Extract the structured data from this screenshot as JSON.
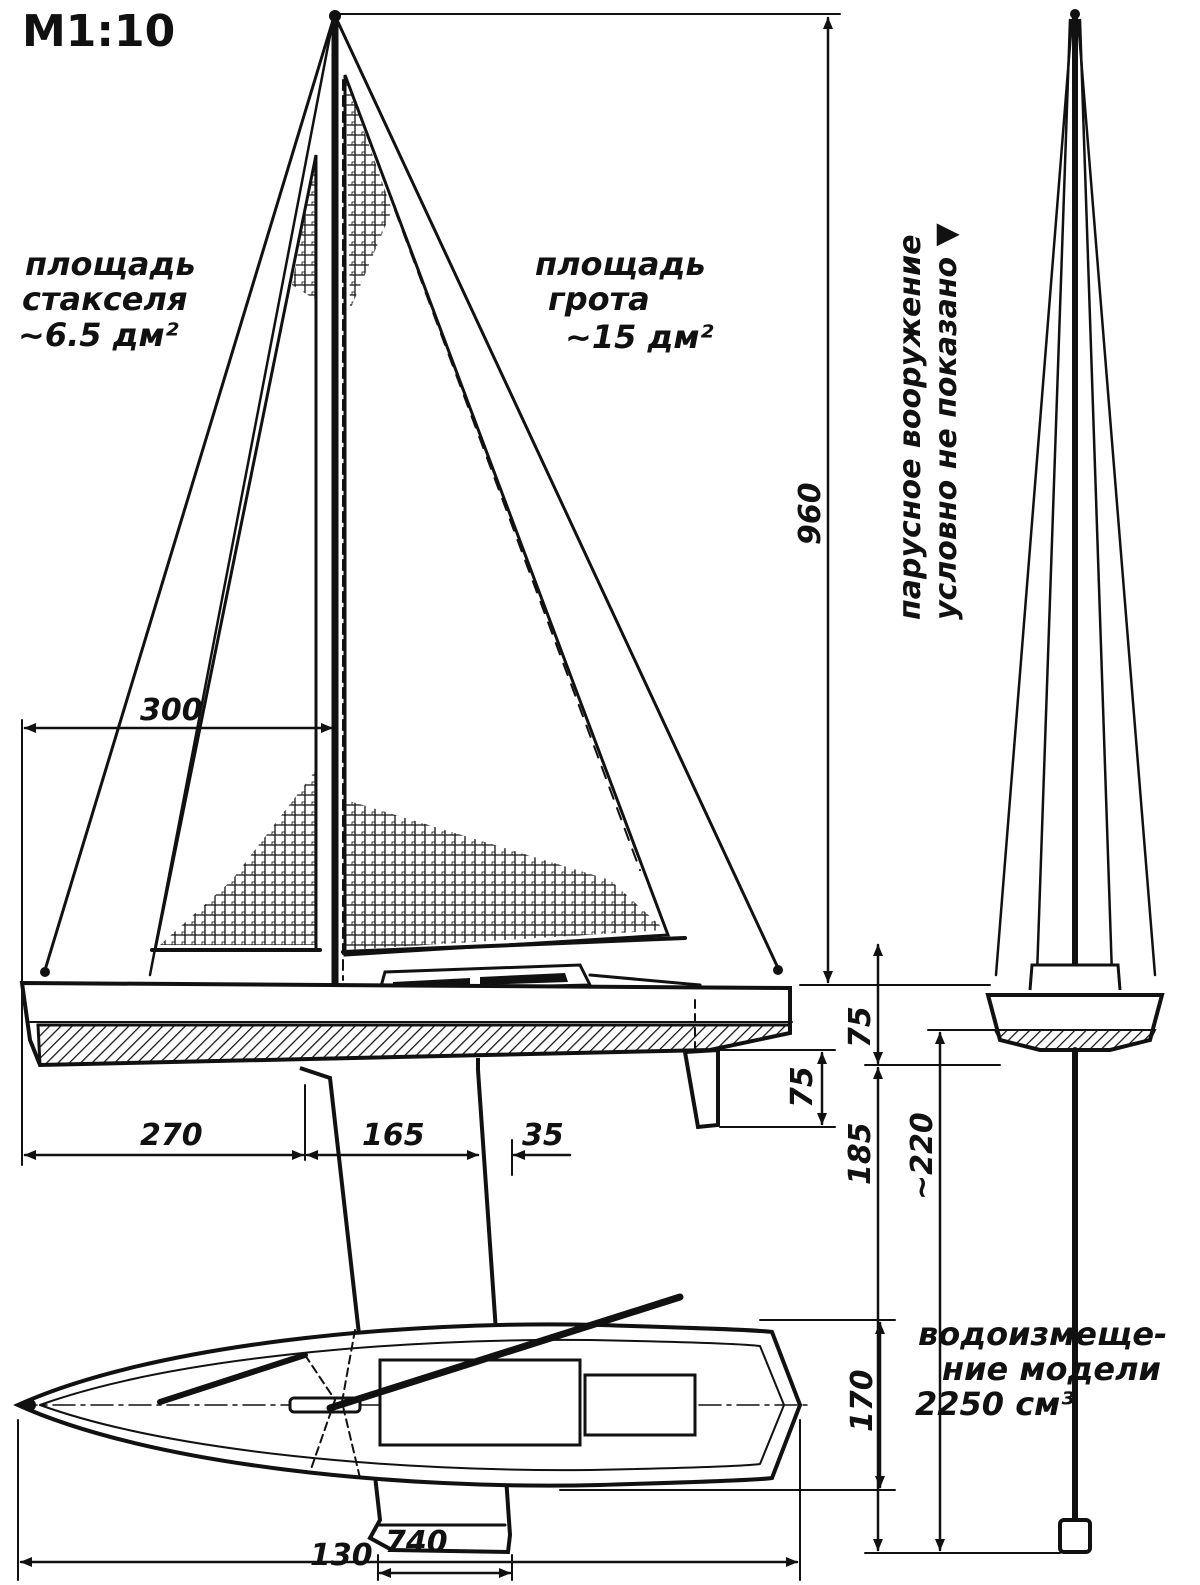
{
  "scale_label": "М1:10",
  "labels": {
    "jib_area": [
      "площадь",
      "стакселя",
      "~6.5 дм²"
    ],
    "main_area": [
      "площадь",
      "грота",
      "~15 дм²"
    ],
    "rig_note": [
      "парусное вооружение",
      "условно не показано ▼"
    ],
    "displacement": [
      "водоизмеще-",
      "ние модели",
      "2250 см³"
    ]
  },
  "dimensions": {
    "mast_height": "960",
    "jib_base": "300",
    "bow_to_keel": "270",
    "keel_root": "165",
    "keel_sweep": "35",
    "keel_tip": "130",
    "freeboard": "75",
    "rudder_depth": "75",
    "keel_depth": "185",
    "total_draft": "~220",
    "beam": "170",
    "length": "740"
  },
  "colors": {
    "ink": "#111111",
    "paper": "#ffffff"
  }
}
